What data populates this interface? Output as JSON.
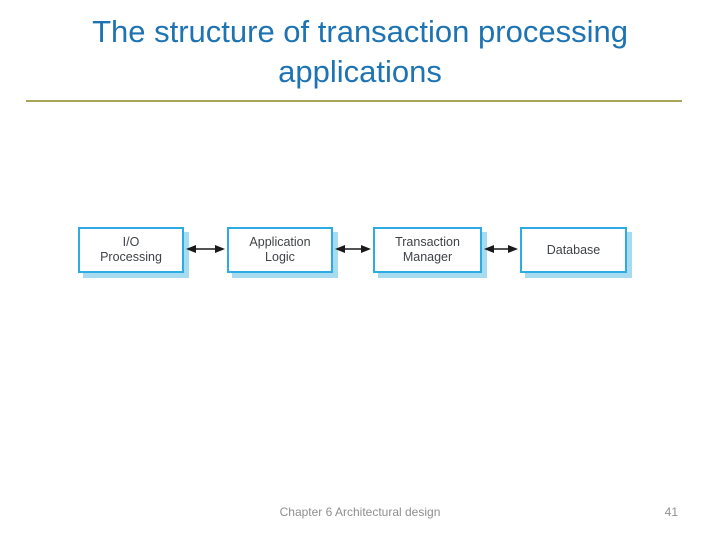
{
  "slide": {
    "title": "The structure of transaction processing applications",
    "footer": {
      "caption": "Chapter 6 Architectural design",
      "page_number": "41"
    }
  },
  "diagram": {
    "description": "Pipeline of four components linked by bidirectional arrows",
    "nodes": [
      {
        "id": "io-processing",
        "label": "I/O\nProcessing"
      },
      {
        "id": "application-logic",
        "label": "Application\nLogic"
      },
      {
        "id": "transaction-manager",
        "label": "Transaction\nManager"
      },
      {
        "id": "database",
        "label": "Database"
      }
    ],
    "connections": [
      {
        "from": "io-processing",
        "to": "application-logic",
        "type": "double-arrow"
      },
      {
        "from": "application-logic",
        "to": "transaction-manager",
        "type": "double-arrow"
      },
      {
        "from": "transaction-manager",
        "to": "database",
        "type": "double-arrow"
      }
    ]
  },
  "colors": {
    "title_blue": "#1E73B2",
    "underline_olive": "#A9A45A",
    "box_border_cyan": "#2CACE2",
    "box_shadow_cyan": "#A7DCF0",
    "box_text": "#3F4347",
    "arrow_black": "#1A1A1A",
    "footer_gray": "#8F8F8F"
  }
}
